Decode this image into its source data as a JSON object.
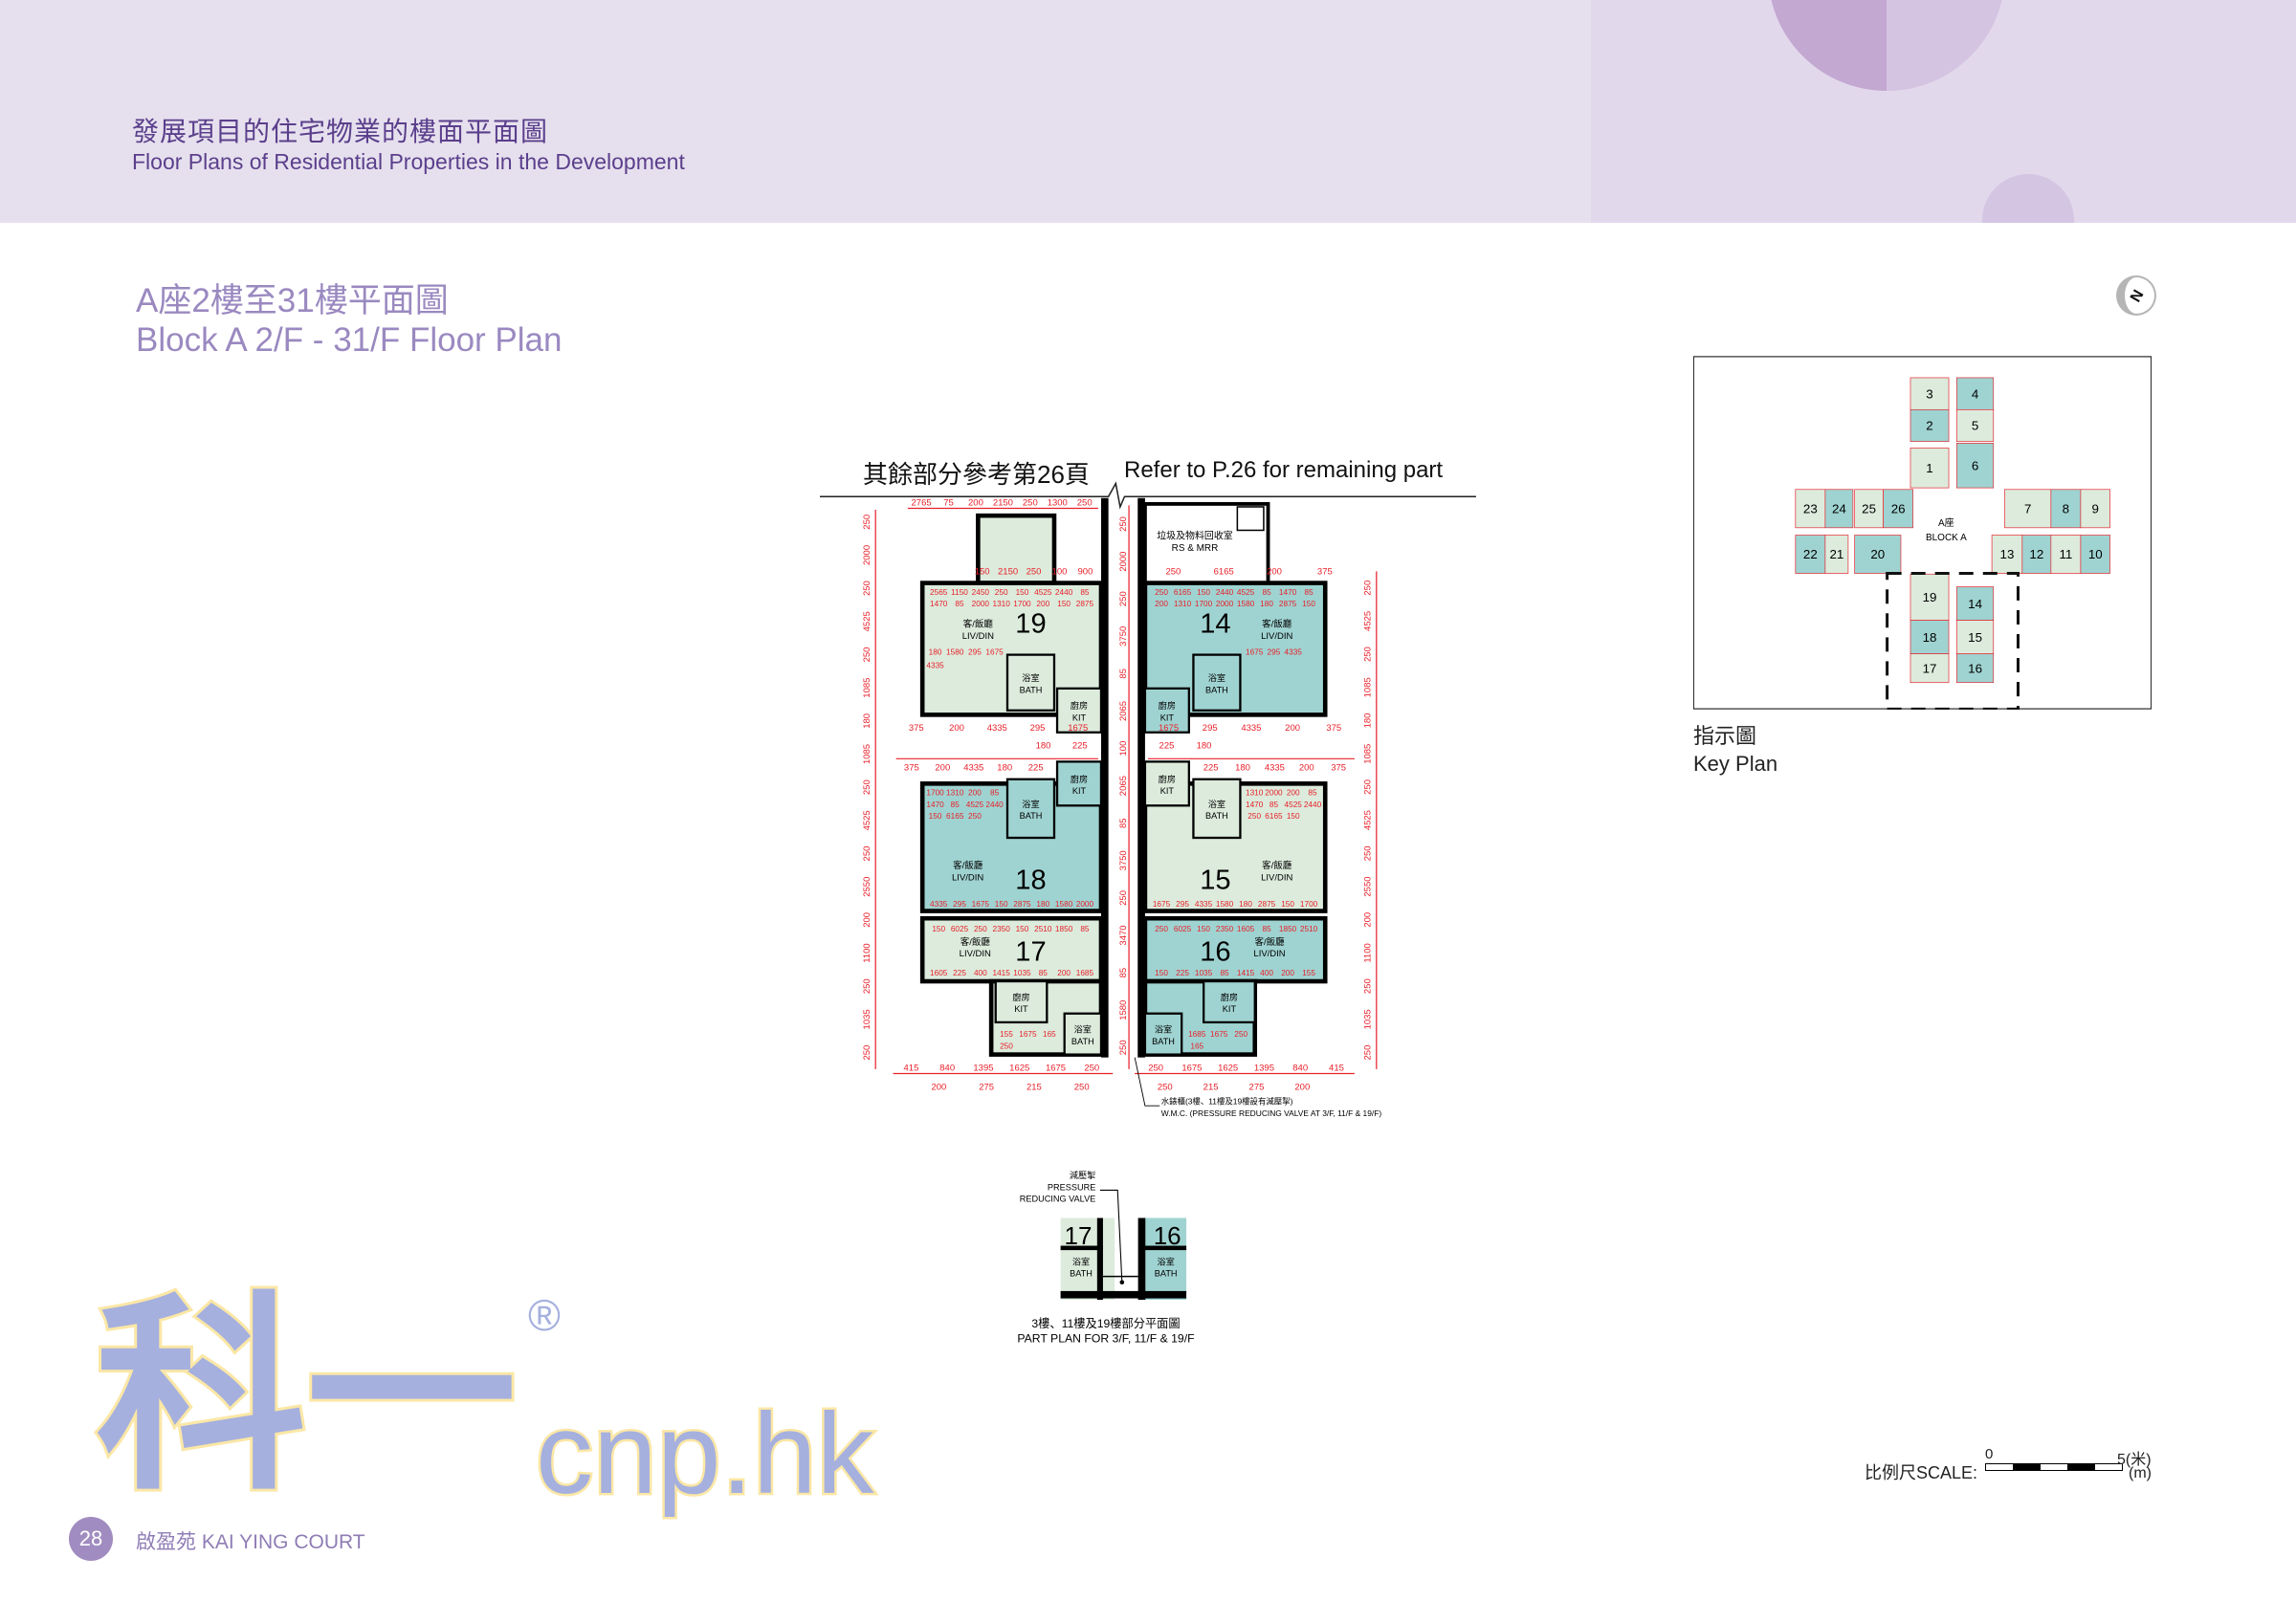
{
  "header": {
    "title_zh": "發展項目的住宅物業的樓面平面圖",
    "title_en": "Floor Plans of Residential Properties in the Development"
  },
  "page_title": {
    "zh": "A座2樓至31樓平面圖",
    "en": "Block A 2/F - 31/F Floor Plan"
  },
  "north_label": "N",
  "plan": {
    "caption_zh": "其餘部分參考第26頁",
    "caption_en": "Refer to P.26 for remaining part",
    "rs_mrr_zh": "垃圾及物料回收室",
    "rs_mrr_en": "RS & MRR",
    "wmc_note_zh": "水錶櫃(3樓、11樓及19樓設有減壓掣)",
    "wmc_note_en": "W.M.C. (PRESSURE REDUCING VALVE AT  3/F, 11/F & 19/F)",
    "units": [
      {
        "number": "19",
        "liv_zh": "客/飯廳",
        "liv_en": "LIV/DIN",
        "bath_zh": "浴室",
        "bath_en": "BATH",
        "kit_zh": "廚房",
        "kit_en": "KIT",
        "color": "#dcebdc",
        "dims": [
          "2565",
          "1150",
          "2450",
          "250",
          "150",
          "4525",
          "2440",
          "85",
          "1470",
          "85",
          "2000",
          "1310",
          "1700",
          "200",
          "150",
          "2875",
          "180",
          "1580",
          "295",
          "1675",
          "4335"
        ]
      },
      {
        "number": "14",
        "liv_zh": "客/飯廳",
        "liv_en": "LIV/DIN",
        "bath_zh": "浴室",
        "bath_en": "BATH",
        "kit_zh": "廚房",
        "kit_en": "KIT",
        "color": "#9fd3d1",
        "dims": [
          "250",
          "6165",
          "150",
          "2440",
          "4525",
          "85",
          "1470",
          "85",
          "200",
          "1310",
          "1700",
          "2000",
          "1580",
          "180",
          "2875",
          "150",
          "1675",
          "295",
          "4335"
        ]
      },
      {
        "number": "18",
        "liv_zh": "客/飯廳",
        "liv_en": "LIV/DIN",
        "bath_zh": "浴室",
        "bath_en": "BATH",
        "kit_zh": "廚房",
        "kit_en": "KIT",
        "color": "#9fd3d1",
        "dims": [
          "4335",
          "295",
          "1675",
          "150",
          "2875",
          "180",
          "1580",
          "2000",
          "1700",
          "1310",
          "200",
          "85",
          "1470",
          "85",
          "4525",
          "2440",
          "150",
          "6165",
          "250"
        ]
      },
      {
        "number": "15",
        "liv_zh": "客/飯廳",
        "liv_en": "LIV/DIN",
        "bath_zh": "浴室",
        "bath_en": "BATH",
        "kit_zh": "廚房",
        "kit_en": "KIT",
        "color": "#dcebdc",
        "dims": [
          "1675",
          "295",
          "4335",
          "1580",
          "180",
          "2875",
          "150",
          "1700",
          "1310",
          "2000",
          "200",
          "85",
          "1470",
          "85",
          "4525",
          "2440",
          "250",
          "6165",
          "150"
        ]
      },
      {
        "number": "17",
        "liv_zh": "客/飯廳",
        "liv_en": "LIV/DIN",
        "bath_zh": "浴室",
        "bath_en": "BATH",
        "kit_zh": "廚房",
        "kit_en": "KIT",
        "color": "#dcebdc",
        "dims": [
          "150",
          "6025",
          "250",
          "2350",
          "150",
          "2510",
          "1850",
          "85",
          "1605",
          "225",
          "400",
          "1415",
          "1035",
          "85",
          "200",
          "1685",
          "155",
          "1675",
          "165",
          "250"
        ]
      },
      {
        "number": "16",
        "liv_zh": "客/飯廳",
        "liv_en": "LIV/DIN",
        "bath_zh": "浴室",
        "bath_en": "BATH",
        "kit_zh": "廚房",
        "kit_en": "KIT",
        "color": "#9fd3d1",
        "dims": [
          "250",
          "6025",
          "150",
          "2350",
          "1605",
          "85",
          "1850",
          "2510",
          "150",
          "225",
          "1035",
          "85",
          "1415",
          "400",
          "200",
          "155",
          "1685",
          "1675",
          "250",
          "165"
        ]
      }
    ],
    "top_dims": [
      "2765",
      "75",
      "200",
      "2150",
      "250",
      "1300",
      "250"
    ],
    "upper_dims": [
      "150",
      "2150",
      "250",
      "100",
      "900",
      "250",
      "6165",
      "200",
      "375"
    ],
    "left_dims": [
      "250",
      "2000",
      "250",
      "4525",
      "250",
      "1085",
      "180",
      "1085",
      "250",
      "4525",
      "250",
      "2550",
      "200",
      "1100",
      "250",
      "1035",
      "250"
    ],
    "right_dims": [
      "250",
      "4525",
      "250",
      "1085",
      "180",
      "1085",
      "250",
      "4525",
      "250",
      "2550",
      "200",
      "1100",
      "250",
      "1035",
      "250"
    ],
    "corridor_dims": [
      "250",
      "2000",
      "250",
      "3750",
      "85",
      "2065",
      "100",
      "2065",
      "85",
      "3750",
      "250",
      "3470",
      "85",
      "1580",
      "250"
    ],
    "mid_dims_upper": [
      "375",
      "200",
      "4335",
      "295",
      "1675",
      "1675",
      "295",
      "4335",
      "200",
      "375"
    ],
    "mid_dims_small": [
      "180",
      "225",
      "225",
      "180"
    ],
    "mid_dims_lower": [
      "375",
      "200",
      "4335",
      "180",
      "225",
      "225",
      "180",
      "4335",
      "200",
      "375"
    ],
    "bottom_dims_upper_left": [
      "415",
      "840",
      "1395",
      "1625",
      "1675",
      "250"
    ],
    "bottom_dims_lower_left": [
      "200",
      "275",
      "215",
      "250"
    ],
    "bottom_dims_upper_right": [
      "250",
      "1675",
      "1625",
      "1395",
      "840",
      "415"
    ],
    "bottom_dims_lower_right": [
      "250",
      "215",
      "275",
      "200"
    ]
  },
  "part_plan": {
    "valve_zh": "減壓掣",
    "valve_en_1": "PRESSURE",
    "valve_en_2": "REDUCING VALVE",
    "unit_left": "17",
    "unit_right": "16",
    "bath_zh": "浴室",
    "bath_en": "BATH",
    "caption_zh": "3樓、11樓及19樓部分平面圖",
    "caption_en": "PART PLAN FOR 3/F, 11/F & 19/F"
  },
  "key_plan": {
    "label_zh": "指示圖",
    "label_en": "Key Plan",
    "block_zh": "A座",
    "block_en": "BLOCK A",
    "units": [
      {
        "n": "3",
        "c": "light"
      },
      {
        "n": "4",
        "c": "teal"
      },
      {
        "n": "2",
        "c": "teal"
      },
      {
        "n": "5",
        "c": "light"
      },
      {
        "n": "1",
        "c": "light"
      },
      {
        "n": "6",
        "c": "teal"
      },
      {
        "n": "23",
        "c": "light"
      },
      {
        "n": "24",
        "c": "teal"
      },
      {
        "n": "25",
        "c": "light"
      },
      {
        "n": "26",
        "c": "teal"
      },
      {
        "n": "22",
        "c": "teal"
      },
      {
        "n": "21",
        "c": "light"
      },
      {
        "n": "20",
        "c": "teal"
      },
      {
        "n": "7",
        "c": "light"
      },
      {
        "n": "8",
        "c": "teal"
      },
      {
        "n": "9",
        "c": "light"
      },
      {
        "n": "13",
        "c": "light"
      },
      {
        "n": "12",
        "c": "teal"
      },
      {
        "n": "11",
        "c": "light"
      },
      {
        "n": "10",
        "c": "teal"
      },
      {
        "n": "19",
        "c": "light"
      },
      {
        "n": "14",
        "c": "teal"
      },
      {
        "n": "18",
        "c": "teal"
      },
      {
        "n": "15",
        "c": "light"
      },
      {
        "n": "17",
        "c": "light"
      },
      {
        "n": "16",
        "c": "teal"
      }
    ],
    "colors": {
      "light": "#dcebdc",
      "teal": "#9fd3d1",
      "outline": "#e8202a"
    }
  },
  "scale": {
    "label": "比例尺SCALE:",
    "start": "0",
    "end": "5(米)",
    "unit": "(m)"
  },
  "footer": {
    "page_number": "28",
    "development_name": "啟盈苑  KAI YING COURT"
  },
  "watermark": {
    "zh": "科一",
    "en": "cnp.hk",
    "reg": "®"
  },
  "colors": {
    "header_bg": "#e6e0ee",
    "accent_purple": "#5b3f8c",
    "title_purple": "#9a89c0",
    "dimension_red": "#e8202a"
  }
}
